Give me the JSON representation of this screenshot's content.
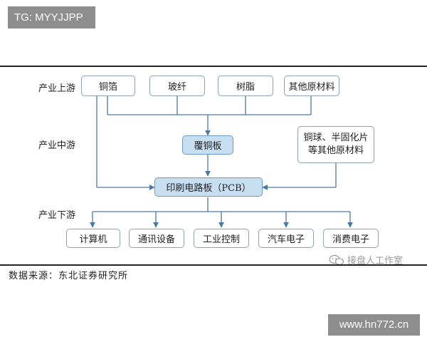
{
  "watermark_top": "TG: MYYJJPP",
  "watermark_bottom": "www.hn772.cn",
  "stages": {
    "upstream": "产业上游",
    "midstream": "产业中游",
    "downstream": "产业下游"
  },
  "upstream_items": [
    "铜箔",
    "玻纤",
    "树脂",
    "其他原材料"
  ],
  "ccl": "覆铜板",
  "other_materials": [
    "铜球、半固化片",
    "等其他原材料"
  ],
  "pcb": "印刷电路板（PCB）",
  "downstream_items": [
    "计算机",
    "通讯设备",
    "工业控制",
    "汽车电子",
    "消费电子"
  ],
  "wechat_watermark": "接盘人工作室",
  "source": "数据来源：东北证券研究所"
}
